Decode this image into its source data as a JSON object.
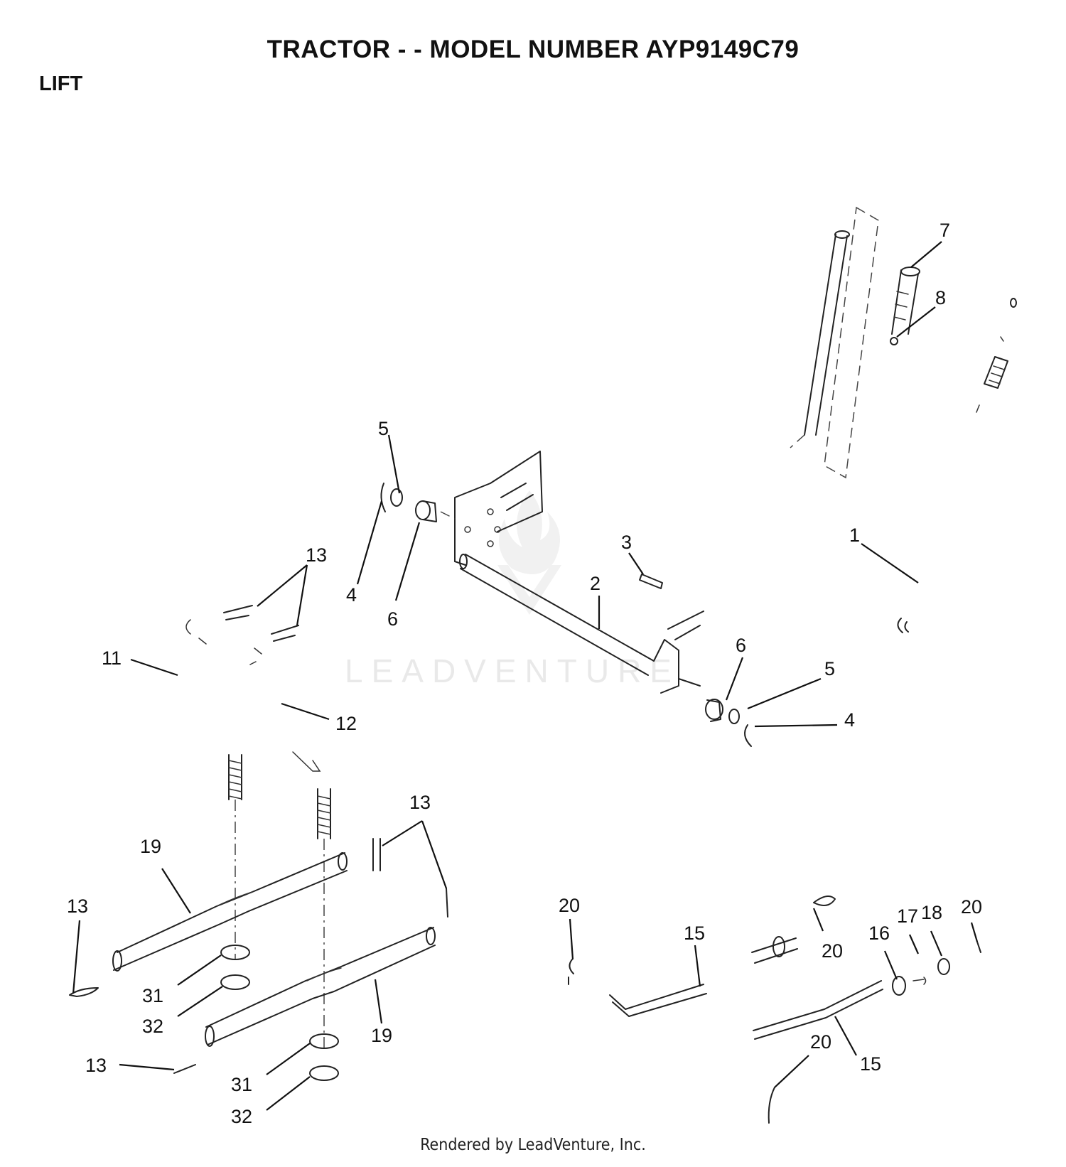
{
  "title": "TRACTOR - - MODEL NUMBER AYP9149C79",
  "section": "LIFT",
  "watermark": "LEADVENTURE",
  "footer": "Rendered by LeadVenture, Inc.",
  "callouts": {
    "c7": "7",
    "c8": "8",
    "c5a": "5",
    "c13a": "13",
    "c4a": "4",
    "c6a": "6",
    "c3": "3",
    "c1": "1",
    "c2": "2",
    "c11": "11",
    "c12": "12",
    "c6b": "6",
    "c5b": "5",
    "c4b": "4",
    "c13b": "13",
    "c19a": "19",
    "c13c": "13",
    "c31a": "31",
    "c32a": "32",
    "c19b": "19",
    "c13d": "13",
    "c31b": "31",
    "c32b": "32",
    "c20a": "20",
    "c15a": "15",
    "c20b": "20",
    "c16": "16",
    "c17": "17",
    "c18": "18",
    "c20c": "20",
    "c20d": "20",
    "c15b": "15"
  }
}
